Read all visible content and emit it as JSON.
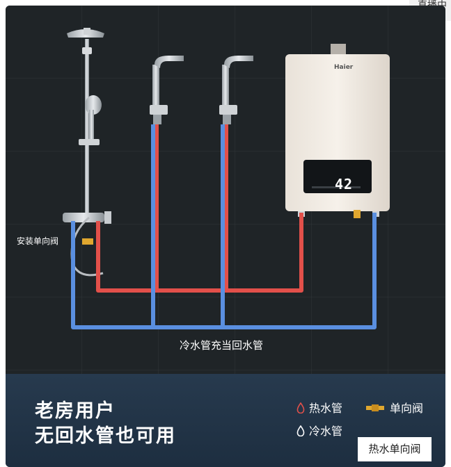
{
  "corner_tag": "直播中",
  "labels": {
    "valve_install": "安装单向阀",
    "cold_pipe_return": "冷水管充当回水管"
  },
  "heater": {
    "brand": "Haier",
    "display": "42"
  },
  "headline": {
    "line1": "老房用户",
    "line2": "无回水管也可用"
  },
  "legend": {
    "hot_pipe": "热水管",
    "check_valve": "单向阀",
    "cold_pipe": "冷水管"
  },
  "tab_label": "热水单向阀",
  "colors": {
    "hot_pipe": "#e2504a",
    "cold_pipe": "#5a8fe0",
    "valve": "#e0a72f",
    "wall": "#1f2427",
    "banner": "#243548"
  },
  "icons": {
    "hot": "drop-red-icon",
    "cold": "drop-white-icon",
    "valve": "valve-icon"
  }
}
